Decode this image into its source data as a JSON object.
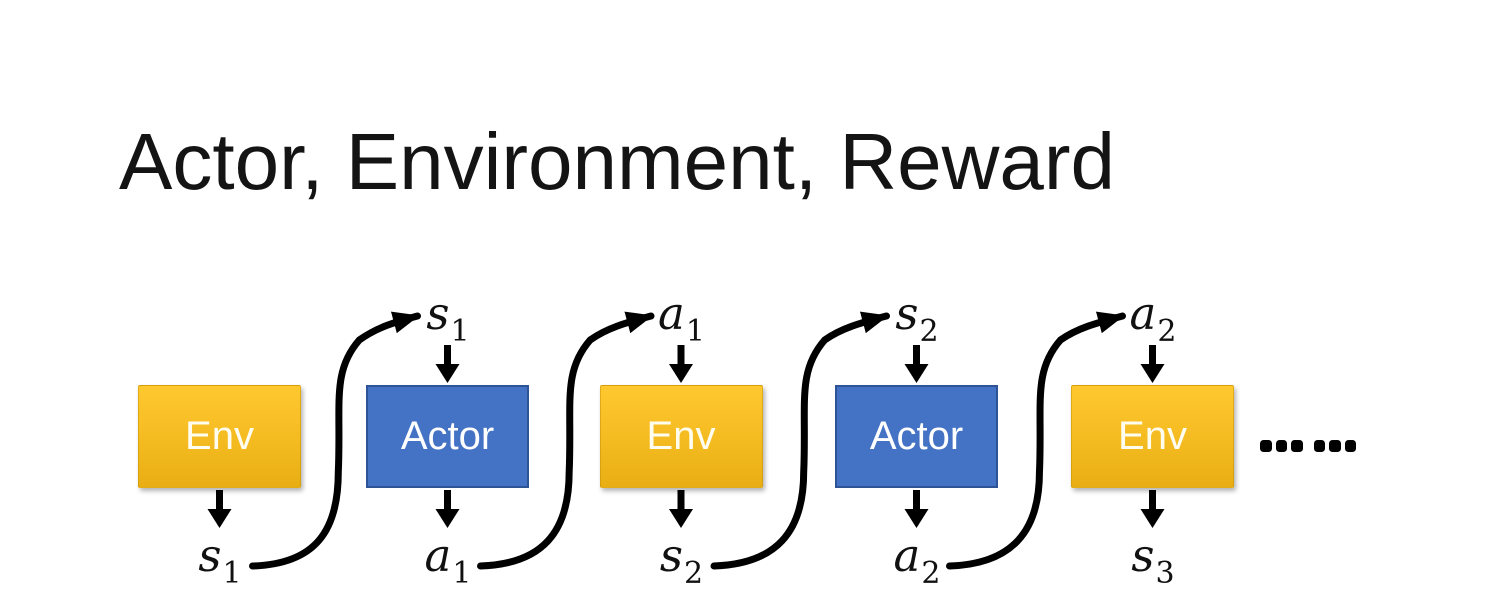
{
  "slide": {
    "title": "Actor, Environment, Reward",
    "ellipsis": "……"
  },
  "diagram": {
    "boxes": [
      {
        "id": "env-1",
        "type": "env",
        "label": "Env"
      },
      {
        "id": "actor-1",
        "type": "actor",
        "label": "Actor"
      },
      {
        "id": "env-2",
        "type": "env",
        "label": "Env"
      },
      {
        "id": "actor-2",
        "type": "actor",
        "label": "Actor"
      },
      {
        "id": "env-3",
        "type": "env",
        "label": "Env"
      }
    ],
    "top_labels": [
      {
        "base": "s",
        "sub": "1"
      },
      {
        "base": "a",
        "sub": "1"
      },
      {
        "base": "s",
        "sub": "2"
      },
      {
        "base": "a",
        "sub": "2"
      }
    ],
    "bottom_labels": [
      {
        "base": "s",
        "sub": "1"
      },
      {
        "base": "a",
        "sub": "1"
      },
      {
        "base": "s",
        "sub": "2"
      },
      {
        "base": "a",
        "sub": "2"
      },
      {
        "base": "s",
        "sub": "3"
      }
    ],
    "colors": {
      "title_text": "#141414",
      "env_gradient_top": "#FFC82F",
      "env_gradient_bottom": "#E8AE14",
      "actor_fill": "#4472C4",
      "actor_border": "#2F5496",
      "box_text_env": "#FFFDF0",
      "box_text_actor": "#FFFFFF",
      "arrow": "#000000"
    }
  }
}
